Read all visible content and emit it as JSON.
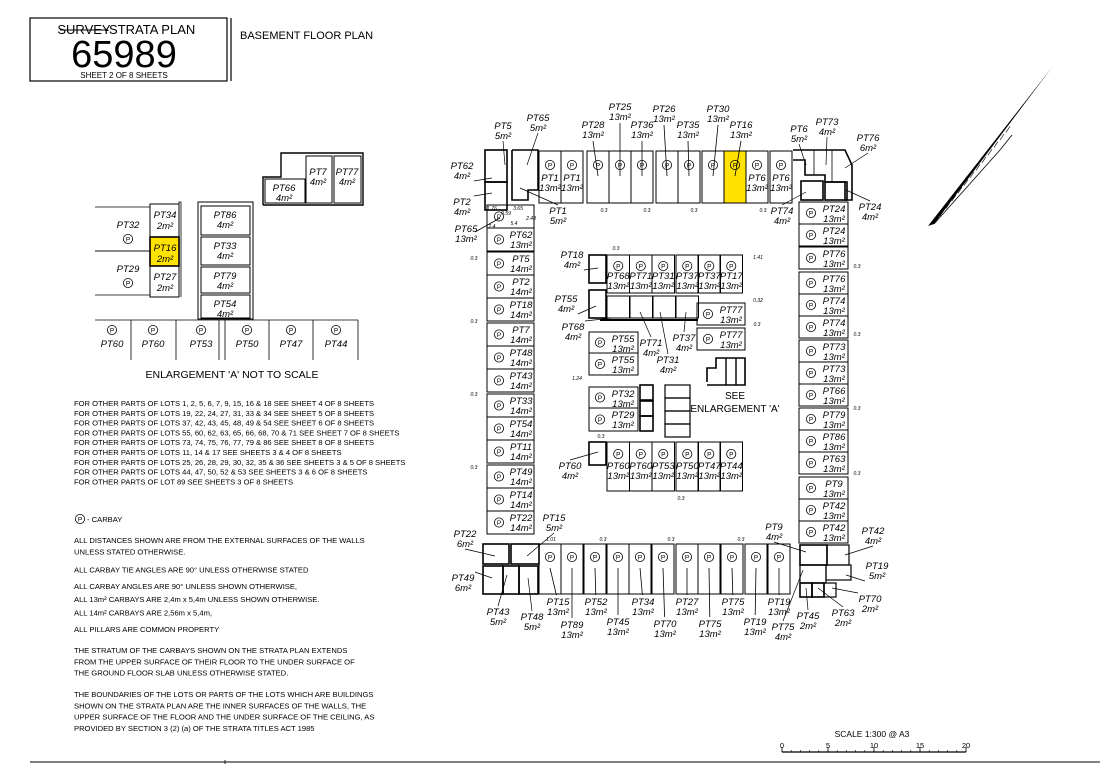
{
  "title_block": {
    "struck_word": "SURVEY",
    "plan_type": "-STRATA PLAN",
    "plan_number": "65989",
    "sheet": "SHEET  2  OF  8  SHEETS"
  },
  "drawing_title": "BASEMENT FLOOR PLAN",
  "colors": {
    "highlight": "#FFE200",
    "line": "#000000"
  },
  "enlargement": {
    "caption": "ENLARGEMENT 'A' NOT TO SCALE",
    "carbays_left": [
      {
        "lot": "PT32"
      },
      {
        "lot": "PT29"
      }
    ],
    "storage_small": [
      {
        "lot": "PT34",
        "area": "2m²"
      },
      {
        "lot": "PT16",
        "area": "2m²",
        "highlight": true
      },
      {
        "lot": "PT27",
        "area": "2m²"
      }
    ],
    "storage_mid": [
      {
        "lot": "PT86",
        "area": "4m²"
      },
      {
        "lot": "PT33",
        "area": "4m²"
      },
      {
        "lot": "PT79",
        "area": "4m²"
      },
      {
        "lot": "PT54",
        "area": "4m²"
      }
    ],
    "storage_top": [
      {
        "lot": "PT66",
        "area": "4m²"
      },
      {
        "lot": "PT7",
        "area": "4m²"
      },
      {
        "lot": "PT77",
        "area": "4m²"
      }
    ],
    "carbays_bottom": [
      {
        "lot": "PT60"
      },
      {
        "lot": "PT60"
      },
      {
        "lot": "PT53"
      },
      {
        "lot": "PT50"
      },
      {
        "lot": "PT47"
      },
      {
        "lot": "PT44"
      }
    ]
  },
  "notes_other_parts": [
    "FOR OTHER PARTS OF LOTS 1, 2, 5, 6, 7, 9, 15, 16 & 18 SEE SHEET 4 OF 8 SHEETS",
    "FOR OTHER PARTS OF LOTS 19, 22, 24, 27, 31, 33 & 34 SEE SHEET 5 OF 8 SHEETS",
    "FOR OTHER PARTS OF LOTS 37, 42, 43, 45, 48, 49 & 54 SEE SHEET 6 OF 8 SHEETS",
    "FOR OTHER PARTS OF LOTS 55, 60, 62, 63, 65, 66, 68, 70 & 71 SEE SHEET 7 OF 8 SHEETS",
    "FOR OTHER PARTS OF LOTS 73, 74, 75, 76, 77, 79 & 86 SEE SHEET 8 OF 8 SHEETS",
    "FOR OTHER PARTS OF LOTS 11, 14 & 17 SEE SHEETS 3 & 4 OF 8 SHEETS",
    "FOR OTHER PARTS OF LOTS 25, 26, 28, 29, 30, 32, 35 & 36 SEE SHEETS 3 & 5 OF 8 SHEETS",
    "FOR OTHER PARTS OF LOTS 44, 47, 50, 52 & 53 SEE SHEETS 3 & 6 OF 8 SHEETS",
    "FOR OTHER PARTS OF LOT 89 SEE SHEETS 3 OF 8 SHEETS"
  ],
  "legend": {
    "symbol": "P",
    "text": "- CARBAY"
  },
  "notes_general": [
    [
      "ALL DISTANCES SHOWN ARE FROM THE EXTERNAL SURFACES OF THE WALLS",
      "UNLESS STATED OTHERWISE."
    ],
    [
      "ALL CARBAY TIE ANGLES ARE 90° UNLESS OTHERWISE STATED"
    ],
    [
      "ALL CARBAY ANGLES ARE 90° UNLESS SHOWN OTHERWISE,"
    ],
    [
      "ALL 13m² CARBAYS ARE 2,4m x 5,4m UNLESS SHOWN OTHERWISE."
    ],
    [
      "ALL 14m² CARBAYS ARE 2,56m x 5,4m,"
    ],
    [
      "ALL PILLARS ARE COMMON PROPERTY"
    ],
    [
      "THE STRATUM OF THE CARBAYS SHOWN ON THE STRATA PLAN EXTENDS",
      "FROM THE UPPER SURFACE OF THEIR FLOOR TO THE UNDER SURFACE OF",
      "THE  GROUND FLOOR SLAB UNLESS OTHERWISE STATED."
    ],
    [
      "THE BOUNDARIES OF THE LOTS OR PARTS OF THE LOTS WHICH ARE BUILDINGS",
      "SHOWN ON THE STRATA PLAN ARE THE INNER SURFACES OF THE WALLS, THE",
      "UPPER SURFACE OF THE FLOOR AND THE UNDER SURFACE OF THE CEILING, AS",
      "PROVIDED BY SECTION 3 (2) (a) OF THE STRATA TITLES ACT 1985"
    ]
  ],
  "plan": {
    "top_row": [
      {
        "lot": "PT1",
        "area": "13m²"
      },
      {
        "lot": "PT1",
        "area": "13m²"
      },
      {
        "lot": "PT28",
        "area": "13m²"
      },
      {
        "lot": "PT25",
        "area": "13m²"
      },
      {
        "lot": "PT36",
        "area": "13m²"
      },
      {
        "lot": "PT26",
        "area": "13m²"
      },
      {
        "lot": "PT35",
        "area": "13m²"
      },
      {
        "lot": "PT30",
        "area": "13m²"
      },
      {
        "lot": "PT16",
        "area": "13m²",
        "highlight": true
      },
      {
        "lot": "PT6",
        "area": "13m²"
      },
      {
        "lot": "PT6",
        "area": "13m²"
      }
    ],
    "left_column": [
      {
        "lot": "PT65",
        "area": "13m²"
      },
      {
        "lot": "PT62",
        "area": "13m²"
      },
      {
        "lot": "PT5",
        "area": "14m²"
      },
      {
        "lot": "PT2",
        "area": "14m²"
      },
      {
        "lot": "PT18",
        "area": "14m²"
      },
      {
        "lot": "PT7",
        "area": "14m²"
      },
      {
        "lot": "PT48",
        "area": "14m²"
      },
      {
        "lot": "PT43",
        "area": "14m²"
      },
      {
        "lot": "PT33",
        "area": "14m²"
      },
      {
        "lot": "PT54",
        "area": "14m²"
      },
      {
        "lot": "PT11",
        "area": "14m²"
      },
      {
        "lot": "PT49",
        "area": "14m²"
      },
      {
        "lot": "PT14",
        "area": "14m²"
      },
      {
        "lot": "PT22",
        "area": "14m²"
      }
    ],
    "right_column": [
      {
        "lot": "PT24",
        "area": "13m²"
      },
      {
        "lot": "PT24",
        "area": "13m²"
      },
      {
        "lot": "PT76",
        "area": "13m²"
      },
      {
        "lot": "PT76",
        "area": "13m²"
      },
      {
        "lot": "PT74",
        "area": "13m²"
      },
      {
        "lot": "PT74",
        "area": "13m²"
      },
      {
        "lot": "PT73",
        "area": "13m²"
      },
      {
        "lot": "PT73",
        "area": "13m²"
      },
      {
        "lot": "PT66",
        "area": "13m²"
      },
      {
        "lot": "PT79",
        "area": "13m²"
      },
      {
        "lot": "PT86",
        "area": "13m²"
      },
      {
        "lot": "PT63",
        "area": "13m²"
      },
      {
        "lot": "PT9",
        "area": "13m²"
      },
      {
        "lot": "PT42",
        "area": "13m²"
      },
      {
        "lot": "PT42",
        "area": "13m²"
      }
    ],
    "bottom_row": [
      {
        "lot": "PT15",
        "area": "13m²"
      },
      {
        "lot": "PT89",
        "area": "13m²"
      },
      {
        "lot": "PT52",
        "area": "13m²"
      },
      {
        "lot": "PT45",
        "area": "13m²"
      },
      {
        "lot": "PT34",
        "area": "13m²"
      },
      {
        "lot": "PT70",
        "area": "13m²"
      },
      {
        "lot": "PT27",
        "area": "13m²"
      },
      {
        "lot": "PT75",
        "area": "13m²"
      },
      {
        "lot": "PT75",
        "area": "13m²"
      },
      {
        "lot": "PT19",
        "area": "13m²"
      },
      {
        "lot": "PT19",
        "area": "13m²"
      }
    ],
    "center_top_row": [
      {
        "lot": "PT68",
        "area": "13m²"
      },
      {
        "lot": "PT71",
        "area": "13m²"
      },
      {
        "lot": "PT31",
        "area": "13m²"
      },
      {
        "lot": "PT37",
        "area": "13m²"
      },
      {
        "lot": "PT37",
        "area": "13m²"
      },
      {
        "lot": "PT17",
        "area": "13m²"
      }
    ],
    "center_bays": [
      {
        "lot": "PT77",
        "area": "13m²"
      },
      {
        "lot": "PT77",
        "area": "13m²"
      },
      {
        "lot": "PT55",
        "area": "13m²"
      },
      {
        "lot": "PT55",
        "area": "13m²"
      },
      {
        "lot": "PT32",
        "area": "13m²"
      },
      {
        "lot": "PT29",
        "area": "13m²"
      }
    ],
    "center_bottom_row": [
      {
        "lot": "PT60",
        "area": "13m²"
      },
      {
        "lot": "PT60",
        "area": "13m²"
      },
      {
        "lot": "PT53",
        "area": "13m²"
      },
      {
        "lot": "PT50",
        "area": "13m²"
      },
      {
        "lot": "PT47",
        "area": "13m²"
      },
      {
        "lot": "PT44",
        "area": "13m²"
      }
    ],
    "storage": [
      {
        "lot": "PT5",
        "area": "5m²"
      },
      {
        "lot": "PT65",
        "area": "5m²"
      },
      {
        "lot": "PT62",
        "area": "4m²"
      },
      {
        "lot": "PT2",
        "area": "4m²"
      },
      {
        "lot": "PT1",
        "area": "5m²"
      },
      {
        "lot": "PT6",
        "area": "5m²"
      },
      {
        "lot": "PT73",
        "area": "4m²"
      },
      {
        "lot": "PT76",
        "area": "6m²"
      },
      {
        "lot": "PT74",
        "area": "4m²"
      },
      {
        "lot": "PT24",
        "area": "4m²"
      },
      {
        "lot": "PT18",
        "area": "4m²"
      },
      {
        "lot": "PT55",
        "area": "4m²"
      },
      {
        "lot": "PT68",
        "area": "4m²"
      },
      {
        "lot": "PT71",
        "area": "4m²"
      },
      {
        "lot": "PT37",
        "area": "4m²"
      },
      {
        "lot": "PT31",
        "area": "4m²"
      },
      {
        "lot": "PT60",
        "area": "4m²"
      },
      {
        "lot": "PT22",
        "area": "6m²"
      },
      {
        "lot": "PT49",
        "area": "6m²"
      },
      {
        "lot": "PT43",
        "area": "5m²"
      },
      {
        "lot": "PT48",
        "area": "5m²"
      },
      {
        "lot": "PT15",
        "area": "5m²"
      },
      {
        "lot": "PT9",
        "area": "4m²"
      },
      {
        "lot": "PT42",
        "area": "4m²"
      },
      {
        "lot": "PT19",
        "area": "5m²"
      },
      {
        "lot": "PT70",
        "area": "2m²"
      },
      {
        "lot": "PT63",
        "area": "2m²"
      },
      {
        "lot": "PT45",
        "area": "2m²"
      },
      {
        "lot": "PT75",
        "area": "4m²"
      }
    ],
    "see_enlargement": [
      "SEE",
      "ENLARGEMENT 'A'"
    ],
    "dimensions": [
      "0.3",
      "0.3",
      "0.3",
      "0.3",
      "0.3",
      "0.3",
      "0.3",
      "0.3",
      "0.3",
      "0.3",
      "0.3",
      "0.3",
      "0.3",
      "1.41",
      "0.32",
      "0.3",
      "1.24",
      "0.3",
      "0.3",
      "1.01",
      "0.3",
      "0.3",
      "0.3",
      "1.76",
      "0.59",
      "3.65",
      "5.4",
      "2.4",
      "2.48"
    ]
  },
  "scale": {
    "label": "SCALE   1:300 @ A3",
    "ticks": [
      "0",
      "5",
      "10",
      "15",
      "20"
    ]
  }
}
